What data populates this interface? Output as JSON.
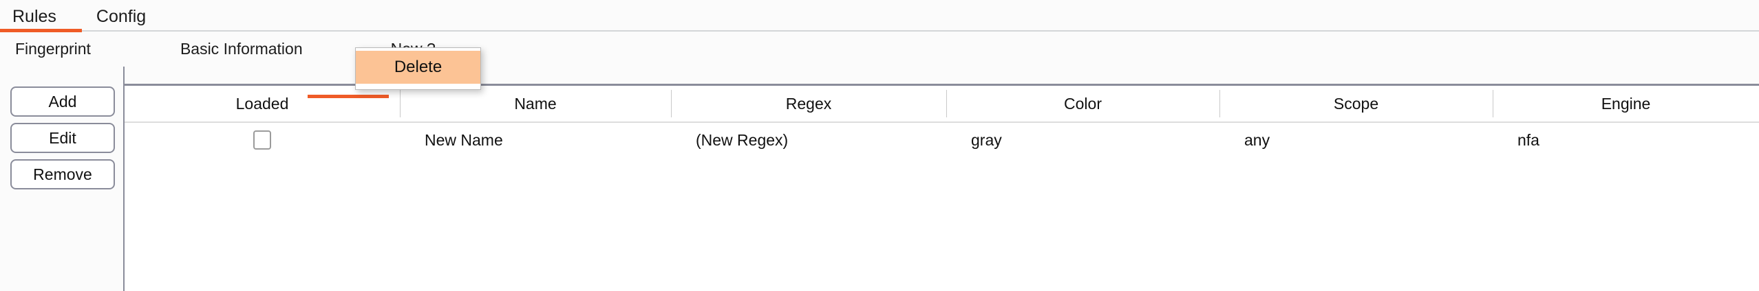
{
  "window": {
    "accent_color": "#ef5b27",
    "background_color": "#fbfbfb",
    "panel_color": "#ffffff",
    "border_color": "#8a8c9a",
    "menu_highlight_color": "#fcc395"
  },
  "primary_tabs": {
    "active_index": 0,
    "items": [
      {
        "label": "Rules"
      },
      {
        "label": "Config"
      }
    ]
  },
  "secondary_tabs": {
    "active_index": 2,
    "items": [
      {
        "label": "Fingerprint"
      },
      {
        "label": "Basic Information"
      },
      {
        "label": "New ?"
      }
    ]
  },
  "side_buttons": {
    "items": [
      {
        "label": "Add"
      },
      {
        "label": "Edit"
      },
      {
        "label": "Remove"
      }
    ]
  },
  "context_menu": {
    "visible": true,
    "items": [
      {
        "label": "Delete",
        "highlighted": true
      }
    ]
  },
  "table": {
    "columns": [
      {
        "label": "Loaded"
      },
      {
        "label": "Name"
      },
      {
        "label": "Regex"
      },
      {
        "label": "Color"
      },
      {
        "label": "Scope"
      },
      {
        "label": "Engine"
      }
    ],
    "rows": [
      {
        "loaded": false,
        "name": "New Name",
        "regex": "(New Regex)",
        "color": "gray",
        "scope": "any",
        "engine": "nfa"
      }
    ]
  }
}
